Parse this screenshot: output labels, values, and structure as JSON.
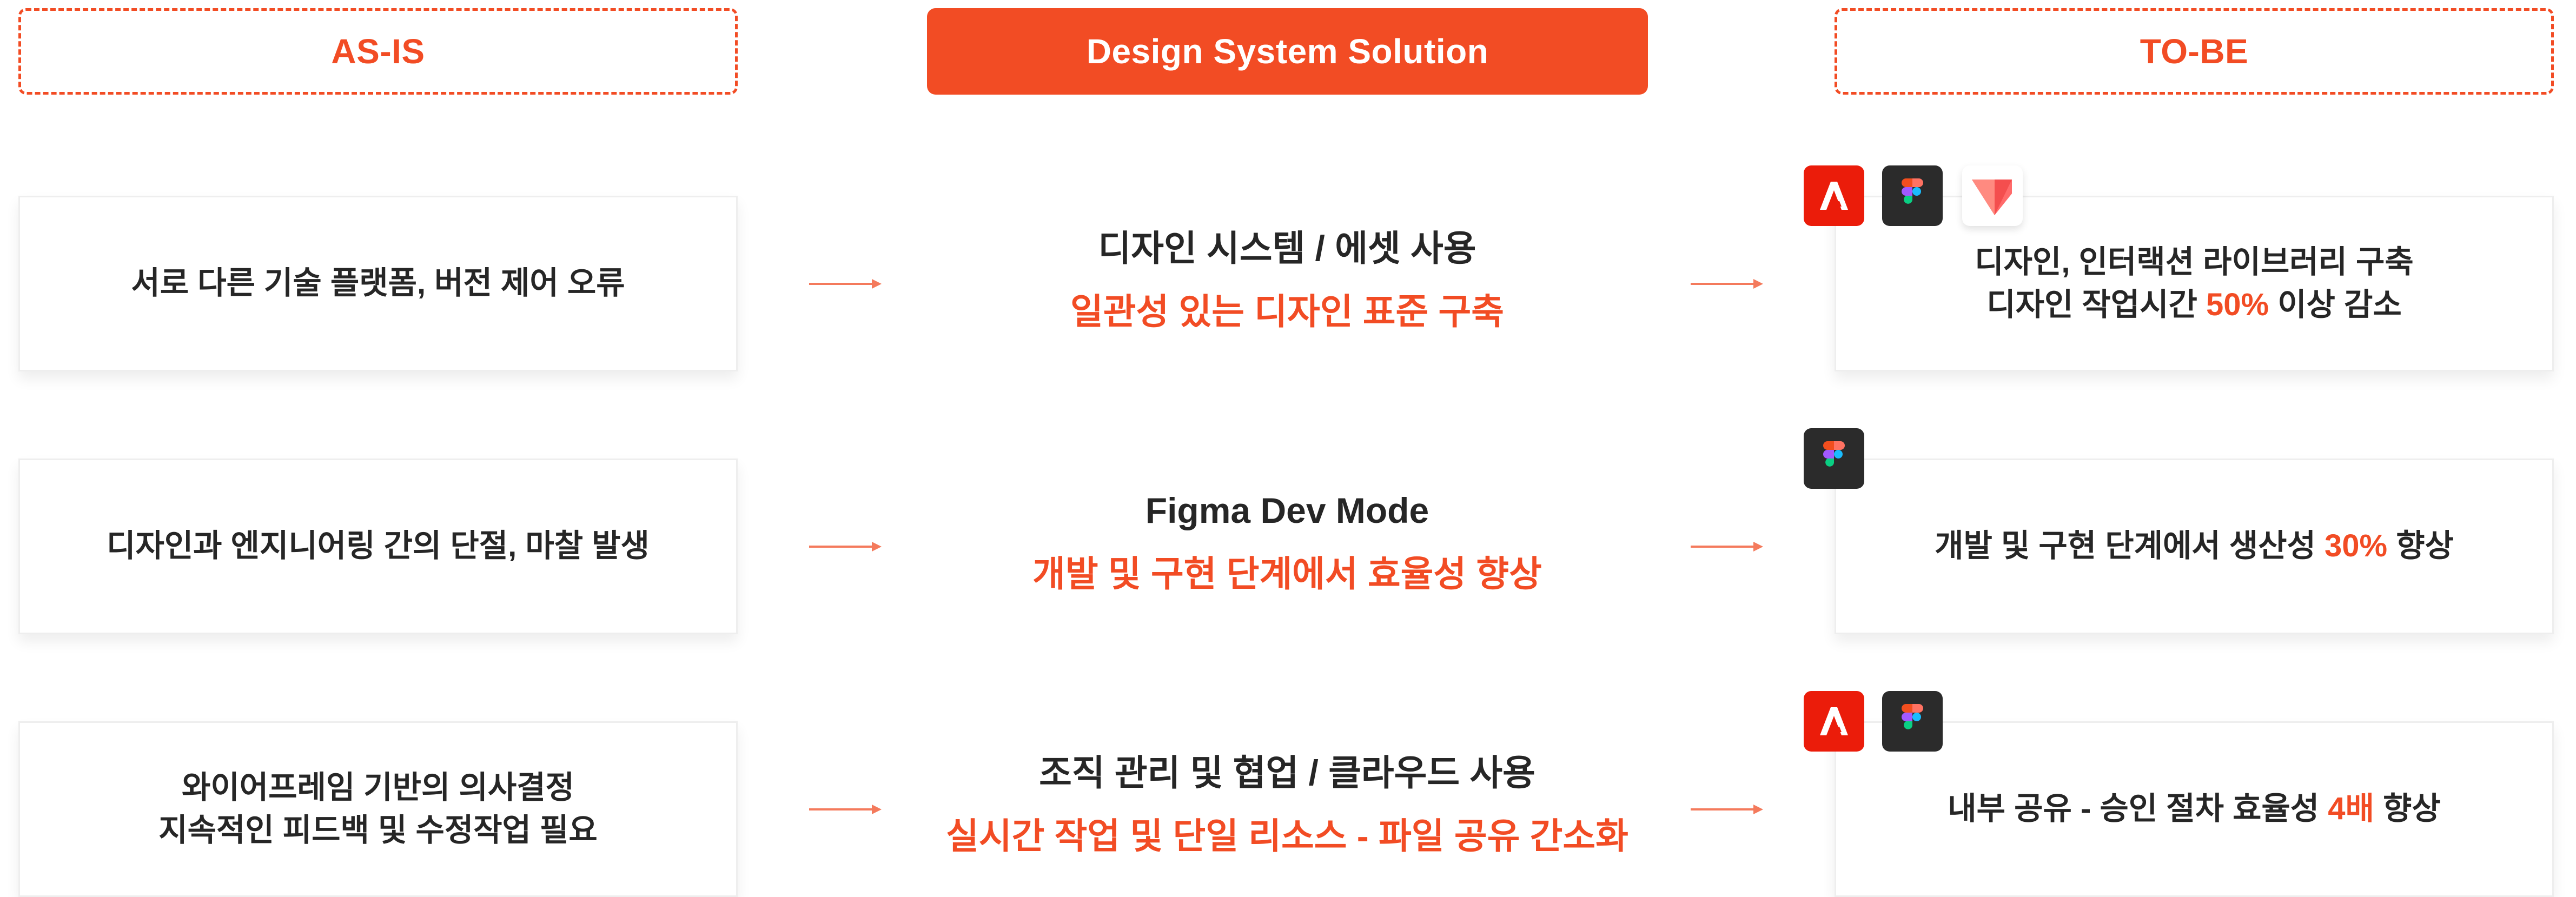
{
  "headers": {
    "as_is": "AS-IS",
    "solution": "Design System Solution",
    "to_be": "TO-BE"
  },
  "rows": [
    {
      "as_is_lines": [
        "서로 다른 기술 플랫폼, 버전 제어 오류"
      ],
      "solution_title": "디자인 시스템 / 에셋 사용",
      "solution_subtitle": "일관성 있는 디자인 표준 구축",
      "to_be_line1": "디자인, 인터랙션 라이브러리 구축",
      "to_be_line2_pre": "디자인 작업시간 ",
      "to_be_line2_highlight": "50%",
      "to_be_line2_post": " 이상 감소",
      "tool_icons": [
        "adobe-icon",
        "figma-icon",
        "protopie-icon"
      ]
    },
    {
      "as_is_lines": [
        "디자인과 엔지니어링 간의 단절, 마찰 발생"
      ],
      "solution_title": "Figma Dev Mode",
      "solution_subtitle": "개발 및 구현 단계에서 효율성 향상",
      "to_be_pre": "개발 및 구현 단계에서 생산성 ",
      "to_be_highlight": "30%",
      "to_be_post": " 향상",
      "tool_icons": [
        "figma-icon"
      ]
    },
    {
      "as_is_lines": [
        "와이어프레임 기반의 의사결정",
        "지속적인 피드백 및 수정작업 필요"
      ],
      "solution_title": "조직 관리 및 협업 / 클라우드 사용",
      "solution_subtitle": "실시간 작업 및 단일 리소스 - 파일 공유 간소화",
      "to_be_pre": "내부 공유 - 승인 절차 효율성 ",
      "to_be_highlight": "4배",
      "to_be_post": " 향상",
      "tool_icons": [
        "adobe-icon",
        "figma-icon"
      ]
    }
  ],
  "colors": {
    "accent": "#F24C24",
    "adobe": "#EB1C0A",
    "figma_bg": "#2B2B2B",
    "text": "#262626"
  }
}
